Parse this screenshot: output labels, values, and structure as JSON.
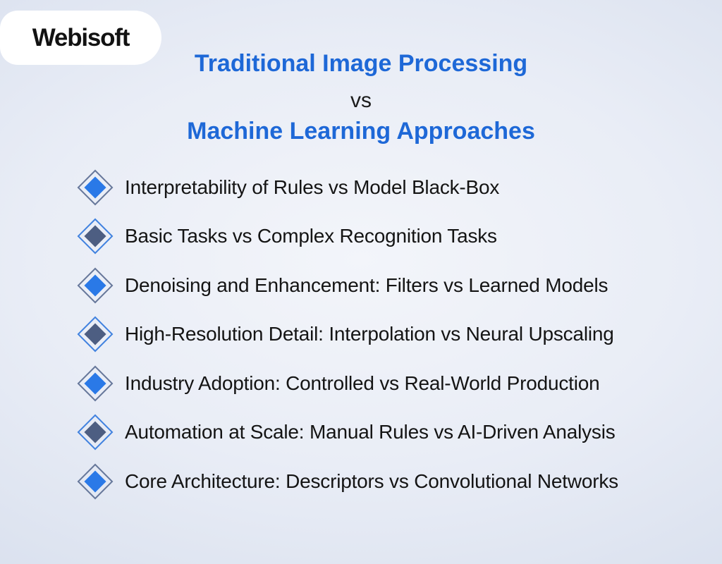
{
  "logo": {
    "text": "Webisoft"
  },
  "title": {
    "line1": "Traditional Image Processing",
    "separator": "vs",
    "line2": "Machine Learning Approaches"
  },
  "list": {
    "items": [
      {
        "label": "Interpretability of Rules vs Model Black-Box",
        "variant": "blue"
      },
      {
        "label": "Basic Tasks vs Complex Recognition Tasks",
        "variant": "dark"
      },
      {
        "label": "Denoising and Enhancement: Filters vs Learned Models",
        "variant": "blue"
      },
      {
        "label": "High-Resolution Detail: Interpolation vs Neural Upscaling",
        "variant": "dark"
      },
      {
        "label": "Industry Adoption: Controlled vs Real-World Production",
        "variant": "blue"
      },
      {
        "label": "Automation at Scale: Manual Rules vs AI-Driven Analysis",
        "variant": "dark"
      },
      {
        "label": "Core Architecture: Descriptors vs Convolutional Networks",
        "variant": "blue"
      }
    ]
  },
  "colors": {
    "title_blue": "#1e68d7",
    "body_text": "#141414",
    "logo_text": "#121212",
    "diamond_blue_fill": "#2a79e7",
    "diamond_blue_outline": "#66779a",
    "diamond_dark_fill": "#4d5e82",
    "diamond_dark_outline": "#4182df",
    "background_edge": "#c8d2e5",
    "background_center": "#f3f5fa"
  }
}
